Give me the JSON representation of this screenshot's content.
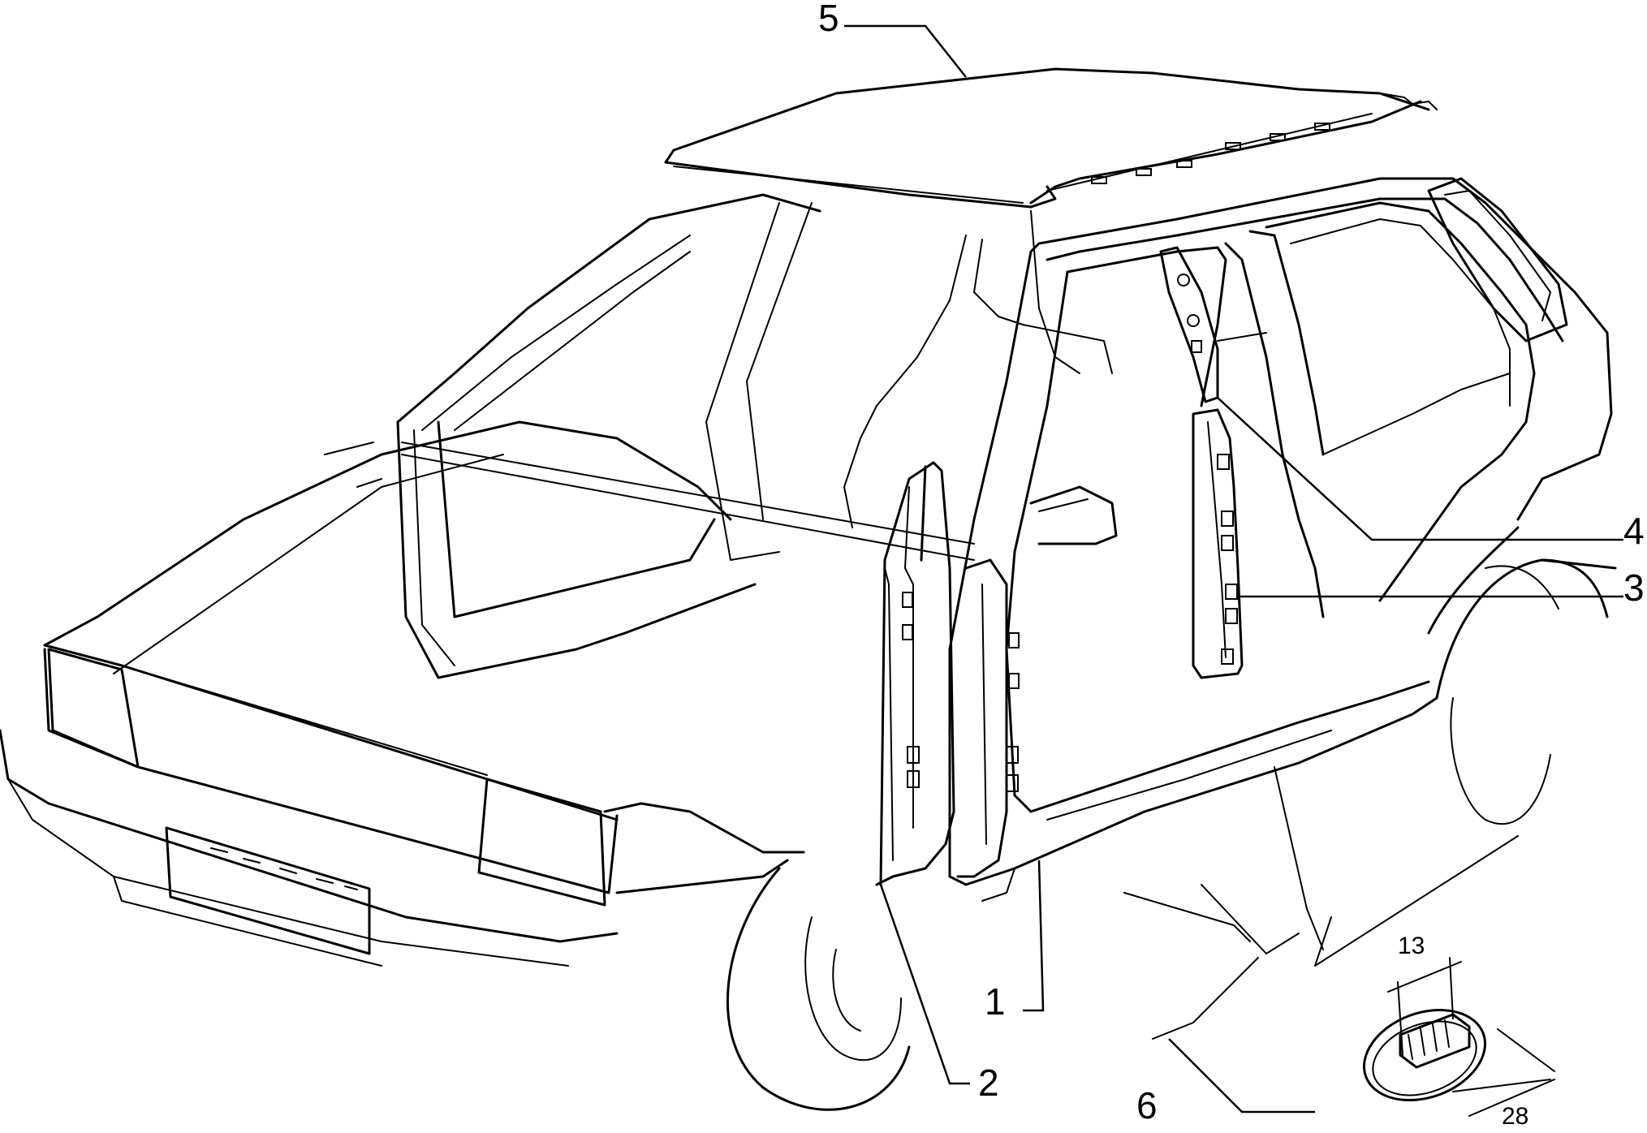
{
  "callouts": {
    "c1": "1",
    "c2": "2",
    "c3": "3",
    "c4": "4",
    "c5": "5",
    "c6": "6"
  },
  "dimensions": {
    "width_top": "13",
    "width_bottom": "28"
  },
  "colors": {
    "line": "#000000",
    "background": "#ffffff"
  }
}
